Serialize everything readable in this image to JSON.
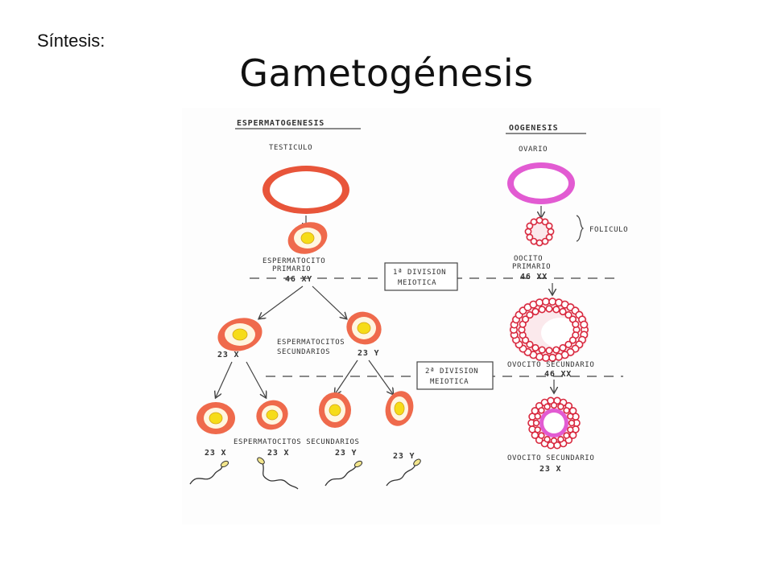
{
  "slide": {
    "kicker": "Síntesis:",
    "title": "Gametogénesis"
  },
  "figure": {
    "male": {
      "heading": "ESPERMATOGENESIS",
      "organ": "TESTICULO",
      "primary_label_1": "ESPERMATOCITO",
      "primary_label_2": "PRIMARIO",
      "primary_count": "46 XY",
      "secondary_left": "23 X",
      "secondary_mid_1": "ESPERMATOCITOS",
      "secondary_mid_2": "SECUNDARIOS",
      "secondary_right": "23 Y",
      "bottom_label": "ESPERMATOCITOS SECUNDARIOS",
      "sperm_counts": [
        "23 X",
        "23 X",
        "23 Y",
        "23 Y"
      ]
    },
    "division_1_line1": "1ª DIVISION",
    "division_1_line2": "MEIOTICA",
    "division_2_line1": "2ª DIVISION",
    "division_2_line2": "MEIOTICA",
    "female": {
      "heading": "OOGENESIS",
      "organ": "OVARIO",
      "follicle": "FOLICULO",
      "primary_label_1": "OOCITO",
      "primary_label_2": "PRIMARIO",
      "primary_count": "46 XX",
      "secondary_label": "OVOCITO SECUNDARIO",
      "secondary_count": "46 XX",
      "final_label": "OVOCITO SECUNDARIO",
      "final_count": "23 X"
    }
  }
}
